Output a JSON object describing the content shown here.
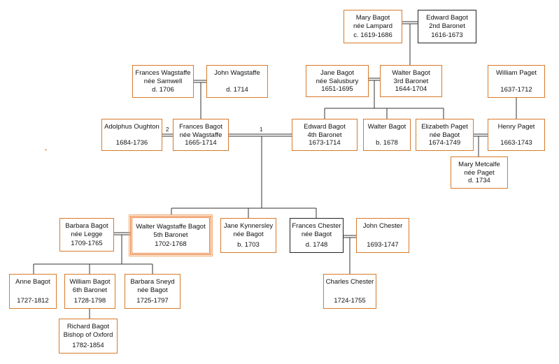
{
  "people": {
    "mary_lampard": {
      "lines": [
        "Mary Bagot",
        "née Lampard"
      ],
      "dates": "c. 1619-1686"
    },
    "edward_2nd": {
      "lines": [
        "Edward Bagot",
        "2nd Baronet"
      ],
      "dates": "1616-1673"
    },
    "frances_samwell": {
      "lines": [
        "Frances Wagstaffe",
        "née Samwell"
      ],
      "dates": "d. 1706"
    },
    "john_wagstaffe": {
      "lines": [
        "John Wagstaffe"
      ],
      "dates": "d. 1714"
    },
    "jane_salusbury": {
      "lines": [
        "Jane Bagot",
        "née Salusbury"
      ],
      "dates": "1651-1695"
    },
    "walter_3rd": {
      "lines": [
        "Walter Bagot",
        "3rd Baronet"
      ],
      "dates": "1644-1704"
    },
    "william_paget": {
      "lines": [
        "William Paget"
      ],
      "dates": "1637-1712"
    },
    "adolphus_oughton": {
      "lines": [
        "Adolphus Oughton"
      ],
      "dates": "1684-1736"
    },
    "frances_wagstaffe": {
      "lines": [
        "Frances Bagot",
        "née Wagstaffe"
      ],
      "dates": "1665-1714"
    },
    "edward_4th": {
      "lines": [
        "Edward Bagot",
        "4th Baronet"
      ],
      "dates": "1673-1714"
    },
    "walter_b1678": {
      "lines": [
        "Walter Bagot"
      ],
      "dates": "b. 1678"
    },
    "elizabeth_paget": {
      "lines": [
        "Elizabeth Paget",
        "née Bagot"
      ],
      "dates": "1674-1749"
    },
    "henry_paget": {
      "lines": [
        "Henry Paget"
      ],
      "dates": "1663-1743"
    },
    "mary_metcalfe": {
      "lines": [
        "Mary Metcalfe",
        "née Paget"
      ],
      "dates": "d. 1734"
    },
    "barbara_legge": {
      "lines": [
        "Barbara Bagot",
        "née Legge"
      ],
      "dates": "1709-1765"
    },
    "walter_5th": {
      "lines": [
        "Walter Wagstaffe Bagot",
        "5th Baronet"
      ],
      "dates": "1702-1768"
    },
    "jane_kynnersley": {
      "lines": [
        "Jane Kynnersley",
        "née Bagot"
      ],
      "dates": "b. 1703"
    },
    "frances_chester": {
      "lines": [
        "Frances Chester",
        "née Bagot"
      ],
      "dates": "d. 1748"
    },
    "john_chester": {
      "lines": [
        "John Chester"
      ],
      "dates": "1693-1747"
    },
    "anne_bagot": {
      "lines": [
        "Anne Bagot"
      ],
      "dates": "1727-1812"
    },
    "william_6th": {
      "lines": [
        "William Bagot",
        "6th Baronet"
      ],
      "dates": "1728-1798"
    },
    "barbara_sneyd": {
      "lines": [
        "Barbara Sneyd",
        "née Bagot"
      ],
      "dates": "1725-1797"
    },
    "charles_chester": {
      "lines": [
        "Charles Chester"
      ],
      "dates": "1724-1755"
    },
    "richard_bagot": {
      "lines": [
        "Richard Bagot",
        "Bishop of Oxford"
      ],
      "dates": "1782-1854"
    }
  },
  "marriage_labels": {
    "first": "1",
    "second": "2"
  },
  "colors": {
    "box_border": "#d77a2a",
    "box_border_alt": "#222222",
    "focus_border": "#e8752a",
    "line": "#333333"
  }
}
